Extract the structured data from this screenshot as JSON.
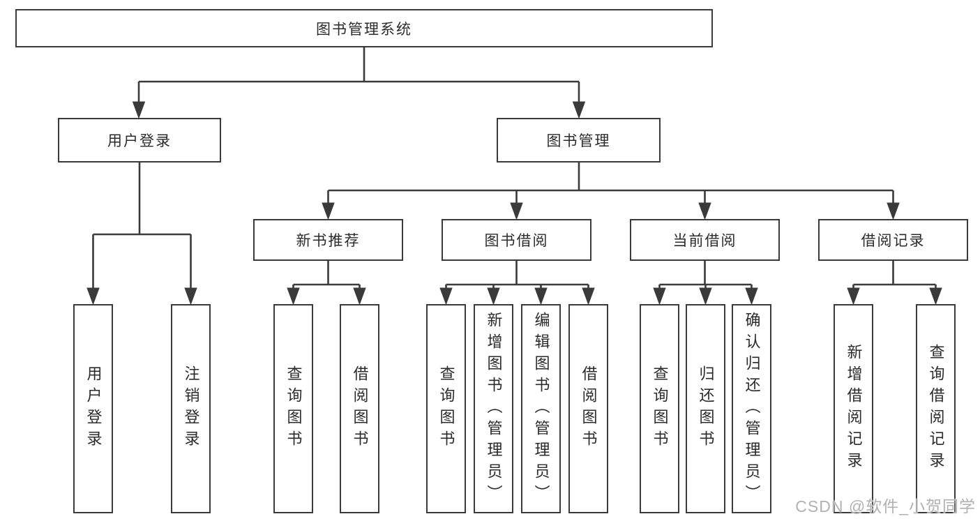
{
  "diagram": {
    "title": "图书管理系统",
    "tree": {
      "label": "图书管理系统",
      "children": [
        {
          "label": "用户登录",
          "children": [
            {
              "label": "用户登录"
            },
            {
              "label": "注销登录"
            }
          ]
        },
        {
          "label": "图书管理",
          "children": [
            {
              "label": "新书推荐",
              "children": [
                {
                  "label": "查询图书"
                },
                {
                  "label": "借阅图书"
                }
              ]
            },
            {
              "label": "图书借阅",
              "children": [
                {
                  "label": "查询图书"
                },
                {
                  "label": "新增图书（管理员）"
                },
                {
                  "label": "编辑图书（管理员）"
                },
                {
                  "label": "借阅图书"
                }
              ]
            },
            {
              "label": "当前借阅",
              "children": [
                {
                  "label": "查询图书"
                },
                {
                  "label": "归还图书"
                },
                {
                  "label": "确认归还（管理员）"
                }
              ]
            },
            {
              "label": "借阅记录",
              "children": [
                {
                  "label": "新增借阅记录"
                },
                {
                  "label": "查询借阅记录"
                }
              ]
            }
          ]
        }
      ]
    },
    "colors": {
      "line": "#3a3a3a",
      "box_border": "#3a3a3a",
      "box_fill": "#ffffff",
      "text": "#2b2b2b",
      "watermark": "#a8a8a8"
    }
  },
  "watermark": {
    "text": "CSDN @软件_小贺同学"
  }
}
